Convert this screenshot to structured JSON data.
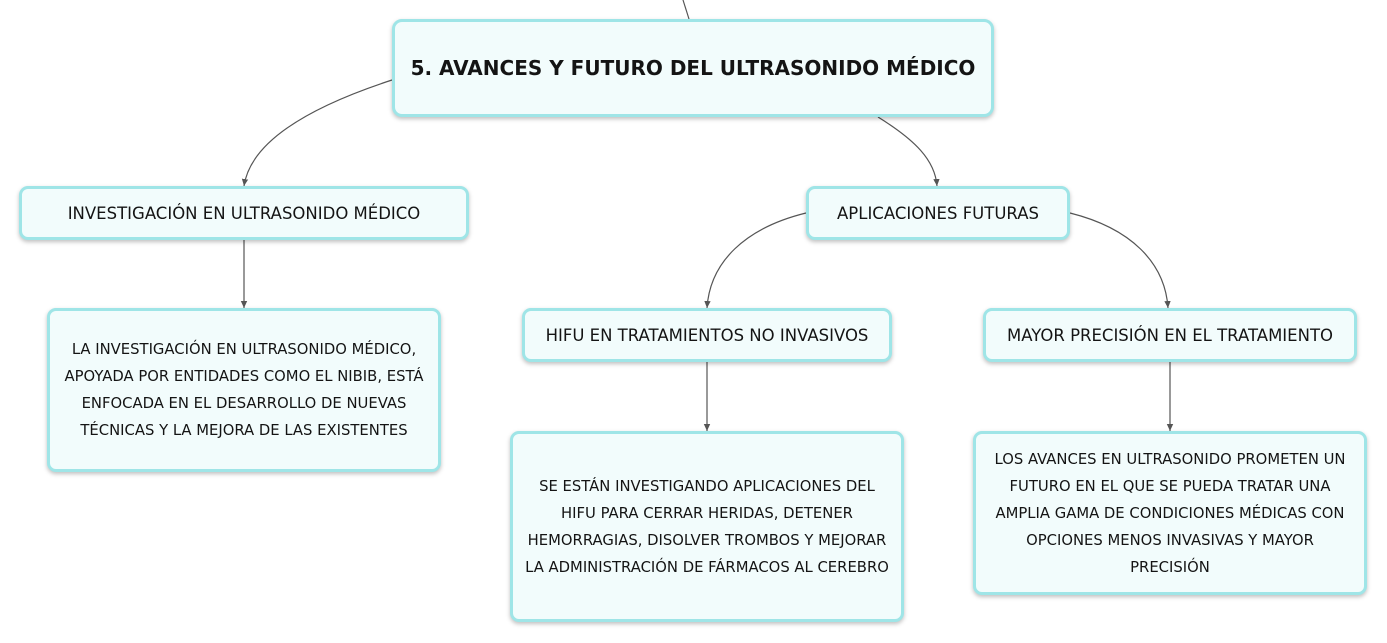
{
  "mindmap": {
    "root": {
      "title": "5. AVANCES Y FUTURO DEL ULTRASONIDO MÉDICO"
    },
    "branches": [
      {
        "label": "INVESTIGACIÓN EN ULTRASONIDO MÉDICO",
        "detail": "LA INVESTIGACIÓN EN ULTRASONIDO MÉDICO, APOYADA POR ENTIDADES COMO EL NIBIB, ESTÁ ENFOCADA EN EL DESARROLLO DE NUEVAS TÉCNICAS Y LA MEJORA DE LAS EXISTENTES"
      },
      {
        "label": "APLICACIONES FUTURAS",
        "children": [
          {
            "label": "HIFU EN TRATAMIENTOS NO INVASIVOS",
            "detail": "SE ESTÁN INVESTIGANDO APLICACIONES DEL HIFU PARA CERRAR HERIDAS, DETENER HEMORRAGIAS, DISOLVER TROMBOS Y MEJORAR LA ADMINISTRACIÓN DE FÁRMACOS AL CEREBRO"
          },
          {
            "label": "MAYOR PRECISIÓN EN EL TRATAMIENTO",
            "detail": "LOS AVANCES EN ULTRASONIDO PROMETEN UN FUTURO EN EL QUE SE PUEDA TRATAR UNA AMPLIA GAMA DE CONDICIONES MÉDICAS CON OPCIONES MENOS INVASIVAS Y MAYOR PRECISIÓN"
          }
        ]
      }
    ],
    "colors": {
      "node_border": "#9fe5e7",
      "node_fill": "#f2fcfc",
      "connector": "#555555",
      "text": "#141414"
    }
  }
}
